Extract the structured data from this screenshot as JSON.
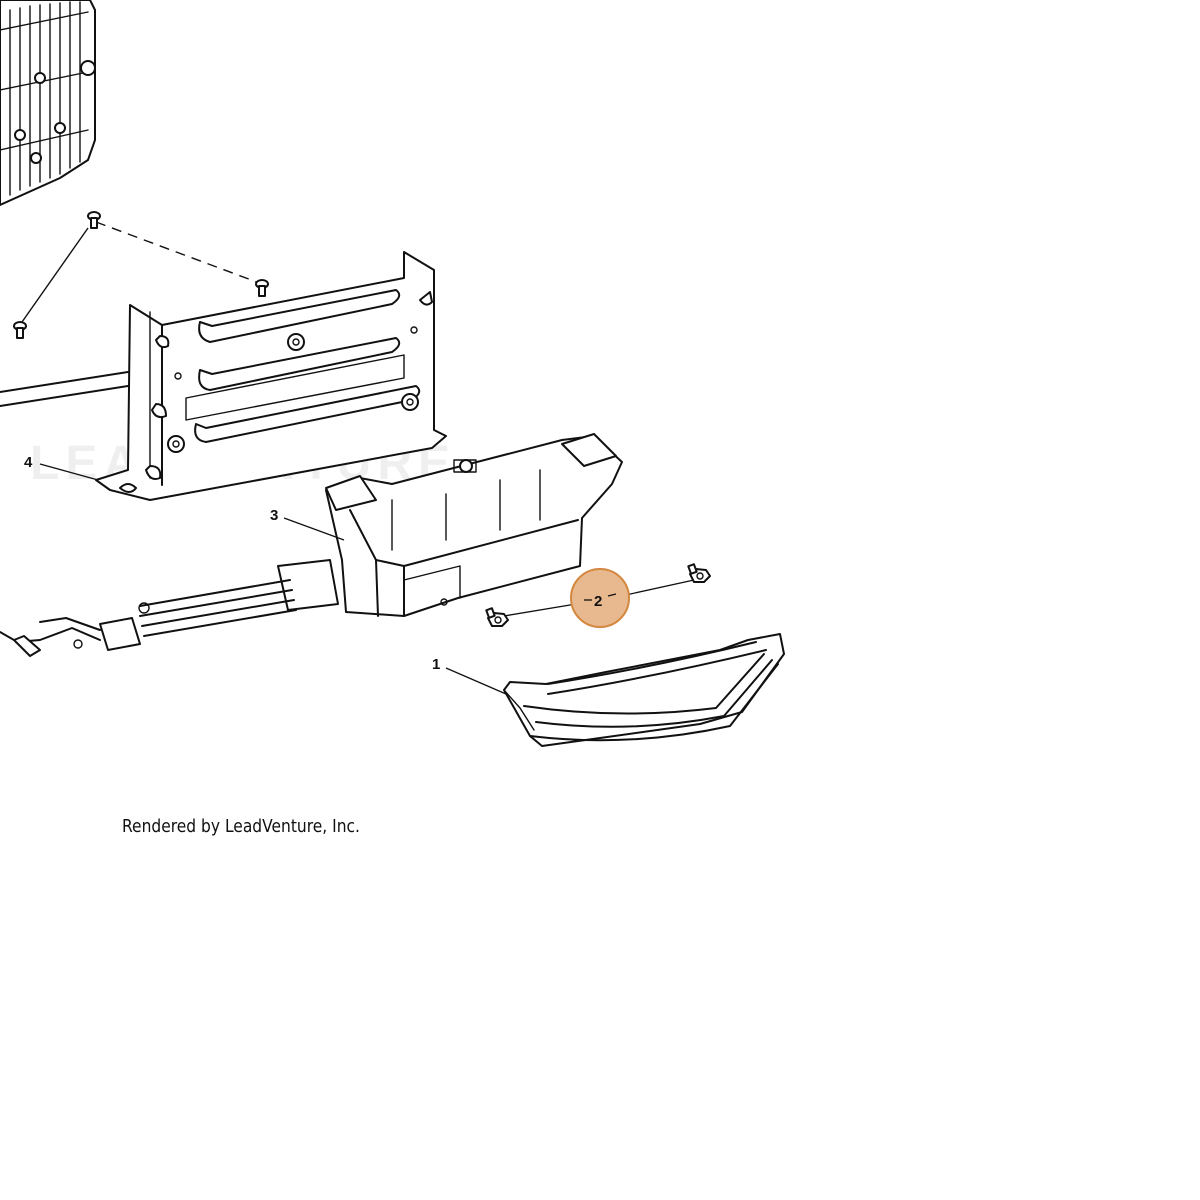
{
  "diagram": {
    "callouts": [
      {
        "id": "1",
        "label": "1"
      },
      {
        "id": "2",
        "label": "2",
        "highlighted": true
      },
      {
        "id": "3",
        "label": "3"
      },
      {
        "id": "4",
        "label": "4"
      }
    ],
    "highlight_color": "#E8B98F",
    "highlight_stroke": "#D4873F",
    "footer_text": "Rendered by LeadVenture, Inc.",
    "watermark_text": "LEADVENTURE"
  }
}
